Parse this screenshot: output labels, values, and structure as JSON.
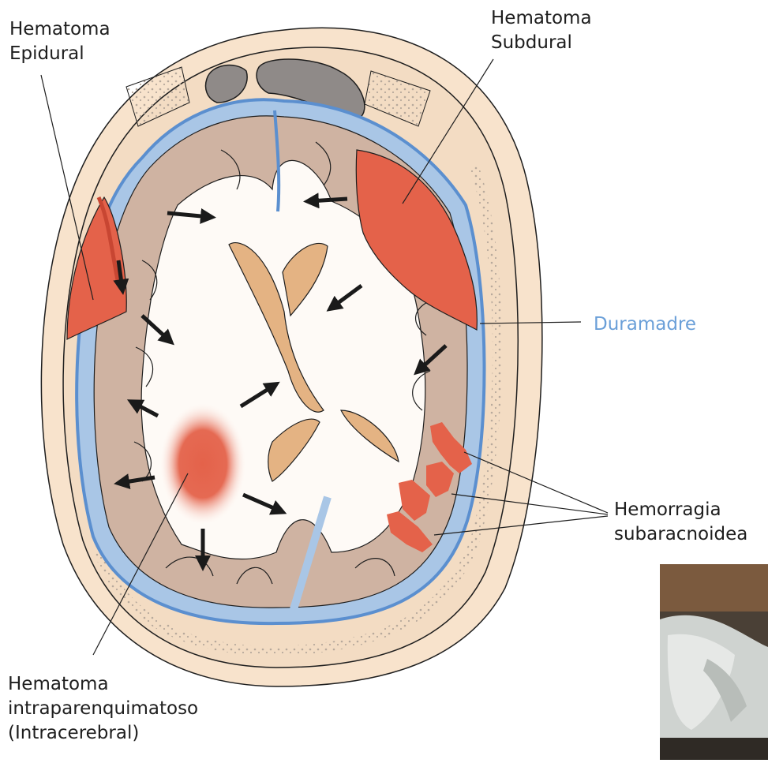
{
  "labels": {
    "epidural": {
      "line1": "Hematoma",
      "line2": "Epidural"
    },
    "subdural": {
      "line1": "Hematoma",
      "line2": "Subdural"
    },
    "duramadre": "Duramadre",
    "subarachnoid": {
      "line1": "Hemorragia",
      "line2": "subaracnoidea"
    },
    "intracerebral": {
      "line1": "Hematoma",
      "line2": "intraparenquimatoso",
      "line3": "(Intracerebral)"
    }
  },
  "colors": {
    "scalp": "#f8e3cc",
    "bone": "#f3dcc3",
    "dura": "#5b8fcf",
    "csf": "#a9c6e6",
    "cortex": "#cfb3a2",
    "white_matter": "#fefaf6",
    "ventricle": "#e4b383",
    "hematoma": "#e4624a",
    "sinus": "#8f8a88",
    "arrow": "#1a1a1a",
    "dura_label": "#6a9fd8"
  }
}
